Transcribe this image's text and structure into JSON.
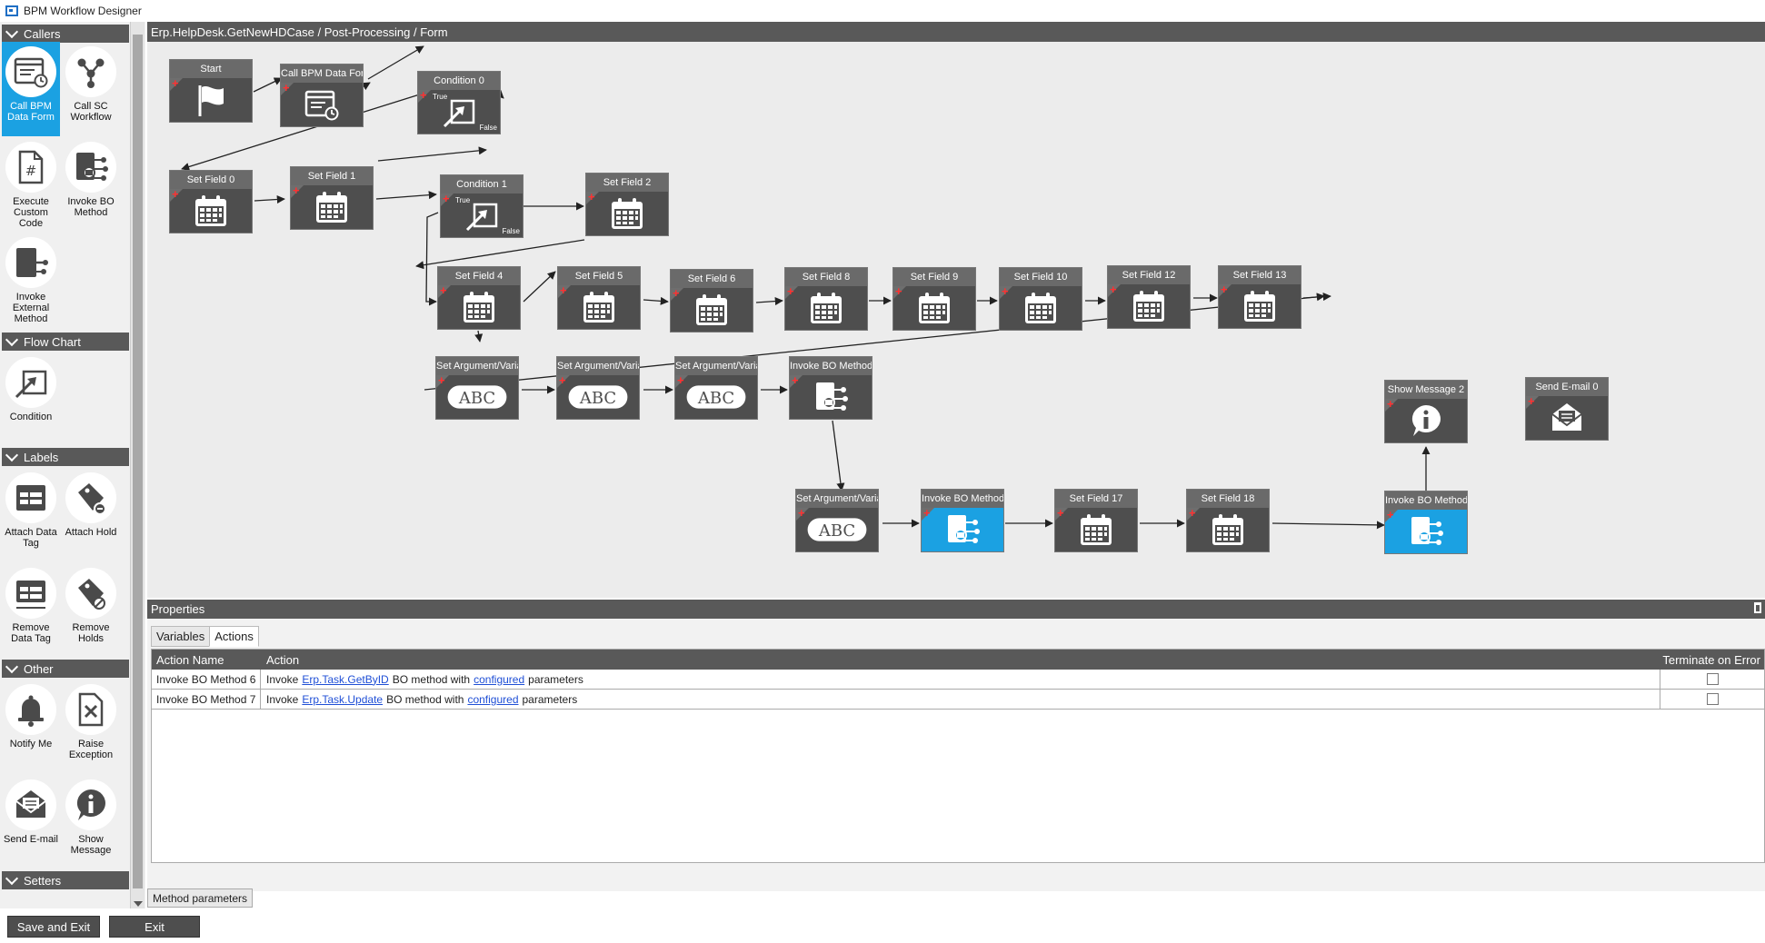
{
  "window": {
    "title": "BPM Workflow Designer"
  },
  "toolbox": {
    "sections": [
      {
        "title": "Callers",
        "tools": [
          {
            "label": "Call BPM Data Form",
            "icon": "form-icon",
            "selected": true
          },
          {
            "label": "Call SC Workflow",
            "icon": "workflow-icon"
          },
          {
            "label": "Execute Custom Code",
            "icon": "code-file-icon"
          },
          {
            "label": "Invoke BO Method",
            "icon": "bo-method-icon"
          },
          {
            "label": "Invoke External Method",
            "icon": "external-method-icon"
          }
        ]
      },
      {
        "title": "Flow Chart",
        "tools": [
          {
            "label": "Condition",
            "icon": "condition-icon"
          }
        ]
      },
      {
        "title": "Labels",
        "tools": [
          {
            "label": "Attach Data Tag",
            "icon": "data-tag-icon"
          },
          {
            "label": "Attach Hold",
            "icon": "hold-tag-icon"
          },
          {
            "label": "Remove Data Tag",
            "icon": "remove-data-tag-icon"
          },
          {
            "label": "Remove Holds",
            "icon": "remove-hold-icon"
          }
        ]
      },
      {
        "title": "Other",
        "tools": [
          {
            "label": "Notify Me",
            "icon": "bell-icon"
          },
          {
            "label": "Raise Exception",
            "icon": "exception-icon"
          },
          {
            "label": "Send E-mail",
            "icon": "envelope-icon"
          },
          {
            "label": "Show Message",
            "icon": "info-icon"
          }
        ]
      },
      {
        "title": "Setters",
        "tools": []
      }
    ]
  },
  "designer": {
    "breadcrumb": "Erp.HelpDesk.GetNewHDCase / Post-Processing / Form",
    "condition_true": "True",
    "condition_false": "False",
    "nodes": [
      {
        "id": "start",
        "label": "Start",
        "icon": "flag-icon"
      },
      {
        "id": "callform",
        "label": "Call BPM Data Form",
        "icon": "form-icon"
      },
      {
        "id": "cond0",
        "label": "Condition 0",
        "icon": "condition-icon"
      },
      {
        "id": "sf0",
        "label": "Set Field 0",
        "icon": "calendar-icon"
      },
      {
        "id": "sf1",
        "label": "Set Field 1",
        "icon": "calendar-icon"
      },
      {
        "id": "cond1",
        "label": "Condition 1",
        "icon": "condition-icon"
      },
      {
        "id": "sf2",
        "label": "Set Field 2",
        "icon": "calendar-icon"
      },
      {
        "id": "sf4",
        "label": "Set Field 4",
        "icon": "calendar-icon"
      },
      {
        "id": "sf5",
        "label": "Set Field 5",
        "icon": "calendar-icon"
      },
      {
        "id": "sf6",
        "label": "Set Field 6",
        "icon": "calendar-icon"
      },
      {
        "id": "sf8",
        "label": "Set Field 8",
        "icon": "calendar-icon"
      },
      {
        "id": "sf9",
        "label": "Set Field 9",
        "icon": "calendar-icon"
      },
      {
        "id": "sf10",
        "label": "Set Field 10",
        "icon": "calendar-icon"
      },
      {
        "id": "sf12",
        "label": "Set Field 12",
        "icon": "calendar-icon"
      },
      {
        "id": "sf13",
        "label": "Set Field 13",
        "icon": "calendar-icon"
      },
      {
        "id": "sa1",
        "label": "Set Argument/Variable",
        "icon": "abc-icon"
      },
      {
        "id": "sa2",
        "label": "Set Argument/Variable",
        "icon": "abc-icon"
      },
      {
        "id": "sa3",
        "label": "Set Argument/Variable",
        "icon": "abc-icon"
      },
      {
        "id": "ibo1",
        "label": "Invoke BO Method",
        "icon": "bo-method-icon"
      },
      {
        "id": "sa4",
        "label": "Set Argument/Variable",
        "icon": "abc-icon"
      },
      {
        "id": "ibo2",
        "label": "Invoke BO Method",
        "icon": "bo-method-icon",
        "blue": true
      },
      {
        "id": "sf17",
        "label": "Set Field 17",
        "icon": "calendar-icon"
      },
      {
        "id": "sf18",
        "label": "Set Field 18",
        "icon": "calendar-icon"
      },
      {
        "id": "ibo3",
        "label": "Invoke BO Method",
        "icon": "bo-method-icon",
        "blue": true
      },
      {
        "id": "msg2",
        "label": "Show Message 2",
        "icon": "info-icon"
      },
      {
        "id": "mail0",
        "label": "Send E-mail 0",
        "icon": "envelope-icon"
      }
    ]
  },
  "properties": {
    "title": "Properties",
    "tabs": [
      "Variables",
      "Actions"
    ],
    "active_tab": "Actions",
    "columns": [
      "Action Name",
      "Action",
      "Terminate on Error"
    ],
    "rows": [
      {
        "name": "Invoke BO Method 6",
        "prefix": "Invoke",
        "method": "Erp.Task.GetByID",
        "middle": "BO method with",
        "link": "configured",
        "suffix": "parameters",
        "terminate": false
      },
      {
        "name": "Invoke BO Method 7",
        "prefix": "Invoke",
        "method": "Erp.Task.Update",
        "middle": "BO method with",
        "link": "configured",
        "suffix": "parameters",
        "terminate": false
      }
    ],
    "method_parameters_label": "Method parameters"
  },
  "footer": {
    "save_label": "Save and Exit",
    "exit_label": "Exit"
  }
}
